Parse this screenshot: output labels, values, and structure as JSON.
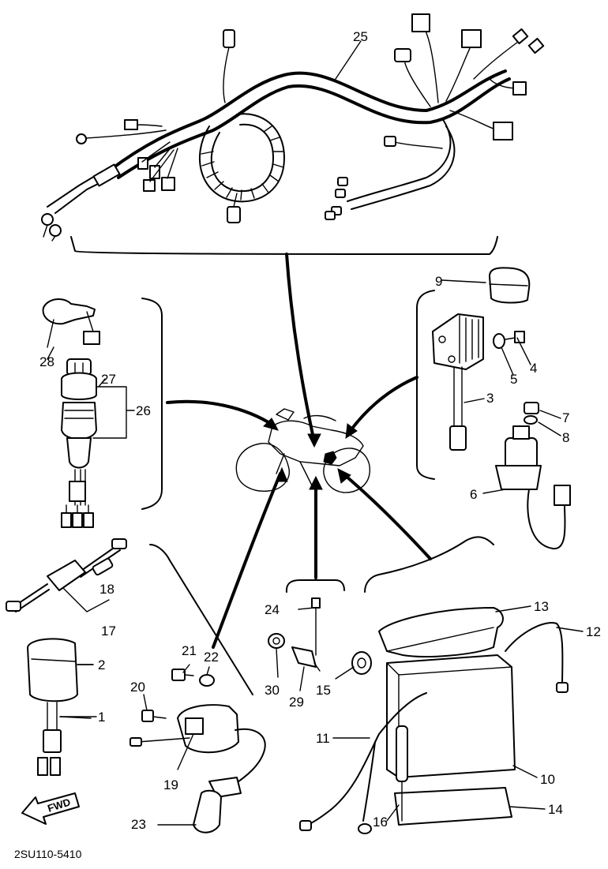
{
  "diagram": {
    "labels": {
      "p1": "1",
      "p2": "2",
      "p3": "3",
      "p4": "4",
      "p5": "5",
      "p6": "6",
      "p7": "7",
      "p8": "8",
      "p9": "9",
      "p10": "10",
      "p11": "11",
      "p12": "12",
      "p13": "13",
      "p14": "14",
      "p15": "15",
      "p16": "16",
      "p17": "17",
      "p18": "18",
      "p19": "19",
      "p20": "20",
      "p21": "21",
      "p22": "22",
      "p23": "23",
      "p24": "24",
      "p25": "25",
      "p26": "26",
      "p27": "27",
      "p28": "28",
      "p29": "29",
      "p30": "30"
    },
    "fwd_label": "FWD",
    "drawing_code": "2SU110-5410"
  }
}
